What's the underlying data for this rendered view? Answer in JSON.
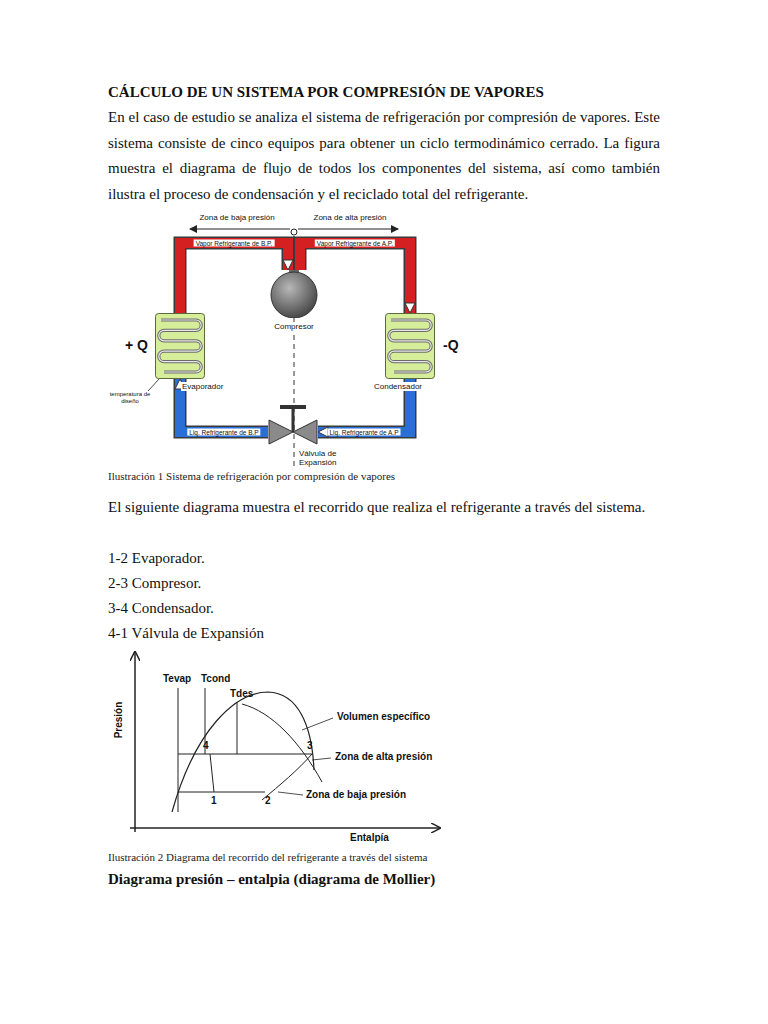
{
  "diagram": {
    "title": "CÁLCULO DE UN SISTEMA POR COMPRESIÓN DE VAPORES",
    "nodes": [
      {
        "text": [
          "Compresor"
        ]
      },
      {
        "text": [
          "Evaporador"
        ]
      },
      {
        "text": [
          "Condensador"
        ]
      },
      {
        "text": [
          "Válvula de Expansión"
        ]
      }
    ],
    "edges": [
      {
        "from": 1,
        "to": 0,
        "arrow": "to",
        "label": "Vapor Refrigerante de B.P."
      },
      {
        "from": 0,
        "to": 2,
        "arrow": "to",
        "label": "Vapor Refrigerante de A.P."
      },
      {
        "from": 2,
        "to": 3,
        "arrow": "to",
        "label": "Liq. Refrigerante de A.P"
      },
      {
        "from": 3,
        "to": 1,
        "arrow": "to",
        "label": "Liq. Refrigerante de B.P"
      }
    ],
    "labels": [
      "En el caso de estudio se analiza el sistema de refrigeración por compresión de vapores. Este sistema consiste de cinco equipos para obtener un ciclo termodinámico cerrado. La figura muestra el diagrama de flujo de todos los componentes del sistema, así como también ilustra el proceso de condensación y el reciclado total del refrigerante.",
      "Zona de baja presión",
      "Zona de alta presión",
      "+ Q",
      "-Q",
      "temperatura de diseño",
      "Ilustración 1 Sistema de refrigeración por compresión de vapores",
      "El siguiente diagrama muestra el recorrido que realiza el refrigerante a través del sistema.",
      "1-2 Evaporador.",
      "2-3 Compresor.",
      "3-4 Condensador.",
      "4-1 Válvula de Expansión",
      "Presión",
      "Tevap",
      "Tcond",
      "Tdes",
      "Volumen específico",
      "4",
      "3",
      "Zona de alta presión",
      "1",
      "2",
      "Zona de baja presión",
      "Entalpía",
      "Ilustración 2 Diagrama del recorrido del refrigerante a través del sistema",
      "Diagrama presión – entalpia (diagrama de Mollier)"
    ]
  }
}
